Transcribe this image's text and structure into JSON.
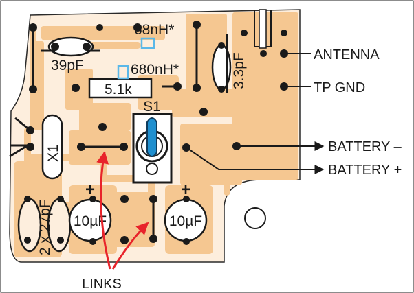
{
  "labels": {
    "c_68nh": "68nH*",
    "c_39pf": "39pF",
    "c_680nh": "680nH*",
    "c_3p3pf": "3.3pF",
    "r_5k1": "5.1k",
    "switch": "S1",
    "crystal": "X1",
    "c_2x27pf": "2 x 27pF",
    "cap_left": "10µF",
    "cap_right": "10µF",
    "plus_left": "+",
    "plus_right": "+",
    "links": "LINKS"
  },
  "connections": [
    {
      "id": "antenna",
      "label": "ANTENNA"
    },
    {
      "id": "tp-gnd",
      "label": "TP GND"
    },
    {
      "id": "battery-minus",
      "label": "BATTERY –"
    },
    {
      "id": "battery-plus",
      "label": "BATTERY +"
    }
  ],
  "colors": {
    "copper": "#f5c791",
    "outline": "#1a1a1a",
    "link_arrow": "#e8232a",
    "switch_lever": "#1f8fcf",
    "jumper": "#5bb8e8"
  }
}
